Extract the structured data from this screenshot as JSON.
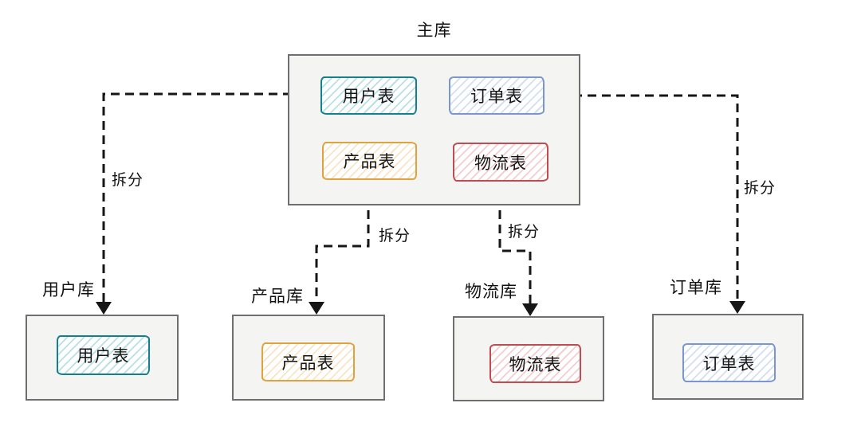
{
  "diagram_type": "database-vertical-split",
  "main_db": {
    "label": "主库",
    "tables": [
      {
        "name": "用户表",
        "color_key": "teal"
      },
      {
        "name": "订单表",
        "color_key": "blue"
      },
      {
        "name": "产品表",
        "color_key": "orange"
      },
      {
        "name": "物流表",
        "color_key": "red"
      }
    ]
  },
  "split_label": "拆分",
  "shards": [
    {
      "db_label": "用户库",
      "table": "用户表",
      "color_key": "teal"
    },
    {
      "db_label": "产品库",
      "table": "产品表",
      "color_key": "orange"
    },
    {
      "db_label": "物流库",
      "table": "物流表",
      "color_key": "red"
    },
    {
      "db_label": "订单库",
      "table": "订单表",
      "color_key": "blue"
    }
  ],
  "colors": {
    "teal_stroke": "#14808c",
    "teal_hatch": "#b9e0e4",
    "blue_stroke": "#7b96cf",
    "blue_hatch": "#d1def3",
    "orange_stroke": "#e0a23c",
    "orange_hatch": "#f8e4c6",
    "red_stroke": "#c04b50",
    "red_hatch": "#f2cfce",
    "container_bg": "#f4f4f3",
    "container_border": "#6f6f6f",
    "arrow": "#161616",
    "text": "#111111"
  }
}
